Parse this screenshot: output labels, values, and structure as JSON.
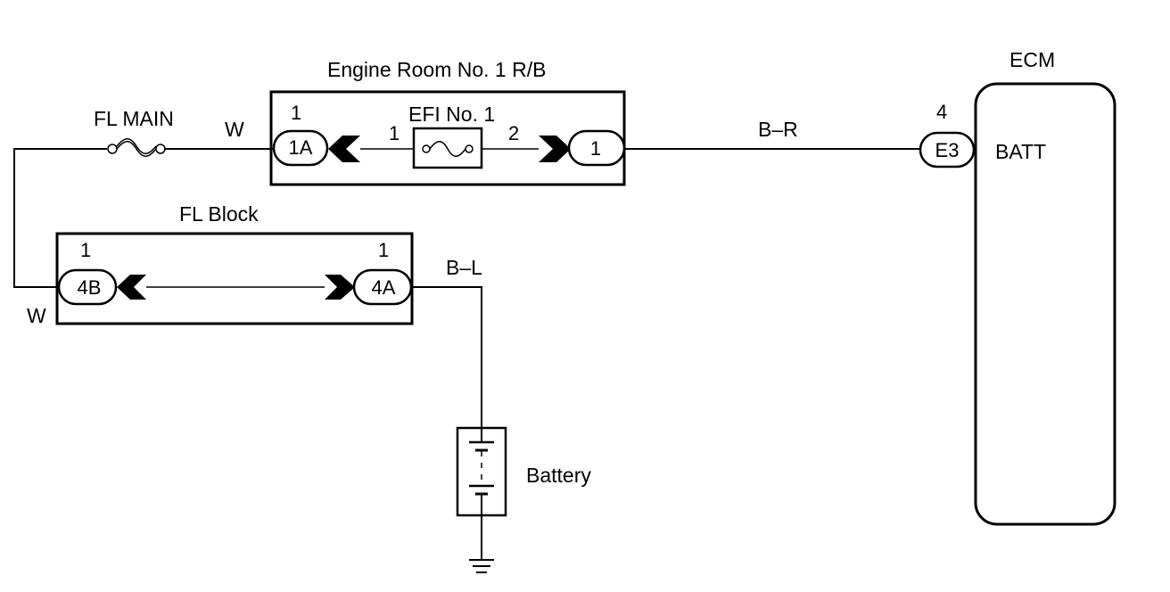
{
  "labels": {
    "engine_room_rb": "Engine Room No. 1 R/B",
    "ecm": "ECM",
    "fl_main": "FL MAIN",
    "efi_no1": "EFI No. 1",
    "fl_block": "FL Block",
    "battery": "Battery",
    "batt_terminal": "BATT"
  },
  "wire_colors": {
    "fl_main_to_rb": "W",
    "rb_to_ecm": "B–R",
    "fl_block_left": "W",
    "fl_block_to_battery": "B–L"
  },
  "connectors": {
    "rb_in": "1A",
    "rb_in_pin": "1",
    "rb_out": "1",
    "efi_pin_in": "1",
    "efi_pin_out": "2",
    "ecm_conn": "E3",
    "ecm_pin": "4",
    "fl_block_out": "4B",
    "fl_block_out_pin": "1",
    "fl_block_in": "4A",
    "fl_block_in_pin": "1"
  }
}
